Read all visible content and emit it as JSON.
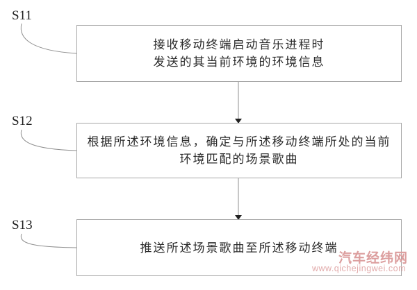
{
  "flowchart": {
    "steps": [
      {
        "label": "S11",
        "lines": [
          "接收移动终端启动音乐进程时",
          "发送的其当前环境的环境信息"
        ]
      },
      {
        "label": "S12",
        "lines": [
          "根据所述环境信息，确定与所述移动终端所处的当前",
          "环境匹配的场景歌曲"
        ]
      },
      {
        "label": "S13",
        "lines": [
          "推送所述场景歌曲至所述移动终端"
        ]
      }
    ],
    "colors": {
      "box_border": "#a6a6a6",
      "text": "#2b2b2b",
      "connector": "#8f8f8f",
      "arrowhead": "#222222"
    }
  },
  "watermark": {
    "site_name": "汽车经纬网",
    "site_url": "www.qichejingwei.com",
    "name_color": "#dc9e9e",
    "url_color": "#e2abab"
  }
}
